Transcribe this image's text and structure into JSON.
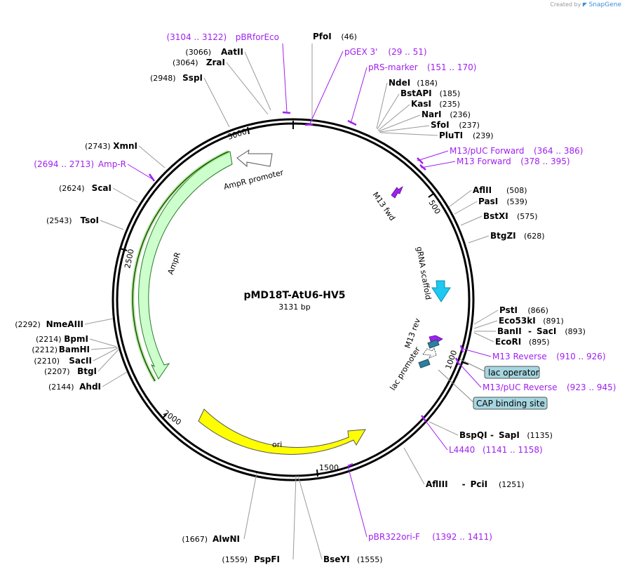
{
  "credit": {
    "prefix": "Created by",
    "brand": "SnapGene"
  },
  "plasmid": {
    "name": "pMD18T-AtU6-HV5",
    "length": "3131 bp"
  },
  "colors": {
    "enzyme": "#000000",
    "primer": "#a020f0",
    "ampr": "#ccffcc",
    "ori": "#ffff00",
    "gRNA": "#1ec8f0",
    "lac": "#2e7ea0",
    "box": "#a6d6e0"
  },
  "ticks": [
    "500",
    "1000",
    "1500",
    "2000",
    "2500",
    "3000"
  ],
  "enzymes": [
    {
      "name": "PfoI",
      "pos": "(46)"
    },
    {
      "name": "NdeI",
      "pos": "(184)"
    },
    {
      "name": "BstAPI",
      "pos": "(185)"
    },
    {
      "name": "KasI",
      "pos": "(235)"
    },
    {
      "name": "NarI",
      "pos": "(236)"
    },
    {
      "name": "SfoI",
      "pos": "(237)"
    },
    {
      "name": "PluTI",
      "pos": "(239)"
    },
    {
      "name": "AflII",
      "pos": "(508)"
    },
    {
      "name": "PasI",
      "pos": "(539)"
    },
    {
      "name": "BstXI",
      "pos": "(575)"
    },
    {
      "name": "BtgZI",
      "pos": "(628)"
    },
    {
      "name": "PstI",
      "pos": "(866)"
    },
    {
      "name": "Eco53kI",
      "pos": "(891)"
    },
    {
      "name": "BanII - SacI",
      "pos": "(893)"
    },
    {
      "name": "EcoRI",
      "pos": "(895)"
    },
    {
      "name": "BspQI - SapI",
      "pos": "(1135)"
    },
    {
      "name": "AflIII - PciI",
      "pos": "(1251)"
    },
    {
      "name": "BseYI",
      "pos": "(1555)"
    },
    {
      "name": "PspFI",
      "pos": "(1559)"
    },
    {
      "name": "AlwNI",
      "pos": "(1667)"
    },
    {
      "name": "AhdI",
      "pos": "(2144)"
    },
    {
      "name": "BtgI",
      "pos": "(2207)"
    },
    {
      "name": "SacII",
      "pos": "(2210)"
    },
    {
      "name": "BamHI",
      "pos": "(2212)"
    },
    {
      "name": "BpmI",
      "pos": "(2214)"
    },
    {
      "name": "NmeAIII",
      "pos": "(2292)"
    },
    {
      "name": "TsoI",
      "pos": "(2543)"
    },
    {
      "name": "ScaI",
      "pos": "(2624)"
    },
    {
      "name": "XmnI",
      "pos": "(2743)"
    },
    {
      "name": "SspI",
      "pos": "(2948)"
    },
    {
      "name": "ZraI",
      "pos": "(3064)"
    },
    {
      "name": "AatII",
      "pos": "(3066)"
    }
  ],
  "primers": [
    {
      "name": "pBRforEco",
      "range": "(3104 .. 3122)"
    },
    {
      "name": "pGEX 3'",
      "range": "(29 .. 51)"
    },
    {
      "name": "pRS-marker",
      "range": "(151 .. 170)"
    },
    {
      "name": "M13/pUC Forward",
      "range": "(364 .. 386)"
    },
    {
      "name": "M13 Forward",
      "range": "(378 .. 395)"
    },
    {
      "name": "M13 Reverse",
      "range": "(910 .. 926)"
    },
    {
      "name": "M13/pUC Reverse",
      "range": "(923 .. 945)"
    },
    {
      "name": "L4440",
      "range": "(1141 .. 1158)"
    },
    {
      "name": "pBR322ori-F",
      "range": "(1392 .. 1411)"
    },
    {
      "name": "Amp-R",
      "range": "(2694 .. 2713)"
    }
  ],
  "features": {
    "ampr": "AmpR",
    "ampr_promoter": "AmpR promoter",
    "ori": "ori",
    "m13_fwd": "M13 fwd",
    "grna": "gRNA scaffold",
    "m13_rev": "M13 rev",
    "lac_promoter": "lac promoter",
    "lac_operator": "lac operator",
    "cap_site": "CAP binding site"
  }
}
